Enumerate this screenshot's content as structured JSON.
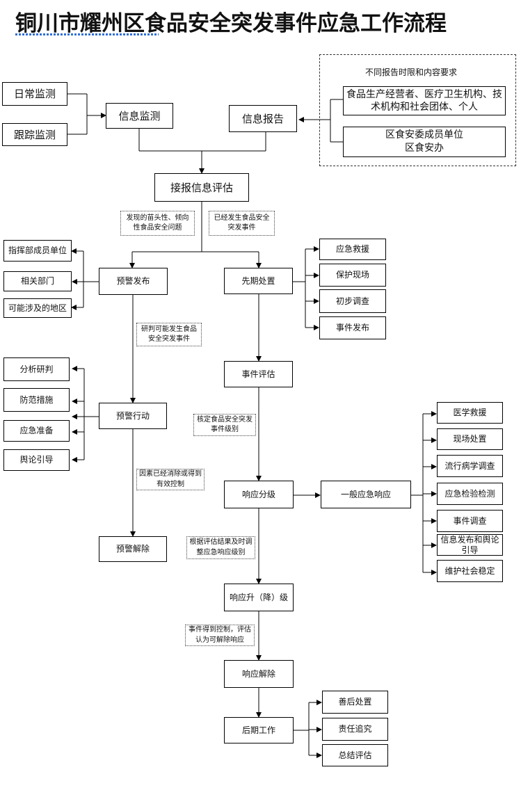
{
  "title": "铜川市耀州区食品安全突发事件应急工作流程",
  "top": {
    "daily_monitor": "日常监测",
    "track_monitor": "跟踪监测",
    "info_monitor": "信息监测",
    "info_report": "信息报告",
    "report_req_title": "不同报告时限和内容要求",
    "reporters_1": "食品生产经营者、医疗卫生机构、技术机构和社会团体、个人",
    "reporters_2_line1": "区食安委成员单位",
    "reporters_2_line2": "区食安办",
    "assess": "接报信息评估"
  },
  "notes": {
    "tendency": "发现的苗头性、倾向性食品安全问题",
    "occurred": "已经发生食品安全突发事件",
    "judge": "研判可能发生食品安全突发事件",
    "eliminated": "因素已经消除或得到有效控制",
    "determine": "核定食品安全突发事件级别",
    "adjust": "根据评估结果及时调整应急响应级别",
    "controlled": "事件得到控制，评估认为可解除响应"
  },
  "warning": {
    "release": "预警发布",
    "action": "预警行动",
    "lift": "预警解除",
    "targets": [
      "指挥部成员单位",
      "相关部门",
      "可能涉及的地区"
    ],
    "actions": [
      "分析研判",
      "防范措施",
      "应急准备",
      "舆论引导"
    ]
  },
  "response": {
    "initial": "先期处置",
    "initial_items": [
      "应急救援",
      "保护现场",
      "初步调查",
      "事件发布"
    ],
    "event_assess": "事件评估",
    "grading": "响应分级",
    "general": "一般应急响应",
    "general_items": [
      "医学救援",
      "现场处置",
      "流行病学调查",
      "应急检验检测",
      "事件调查",
      "信息发布和舆论引导",
      "维护社会稳定"
    ],
    "level_change": "响应升（降）级",
    "lift": "响应解除",
    "after": "后期工作",
    "after_items": [
      "善后处置",
      "责任追究",
      "总结评估"
    ]
  }
}
